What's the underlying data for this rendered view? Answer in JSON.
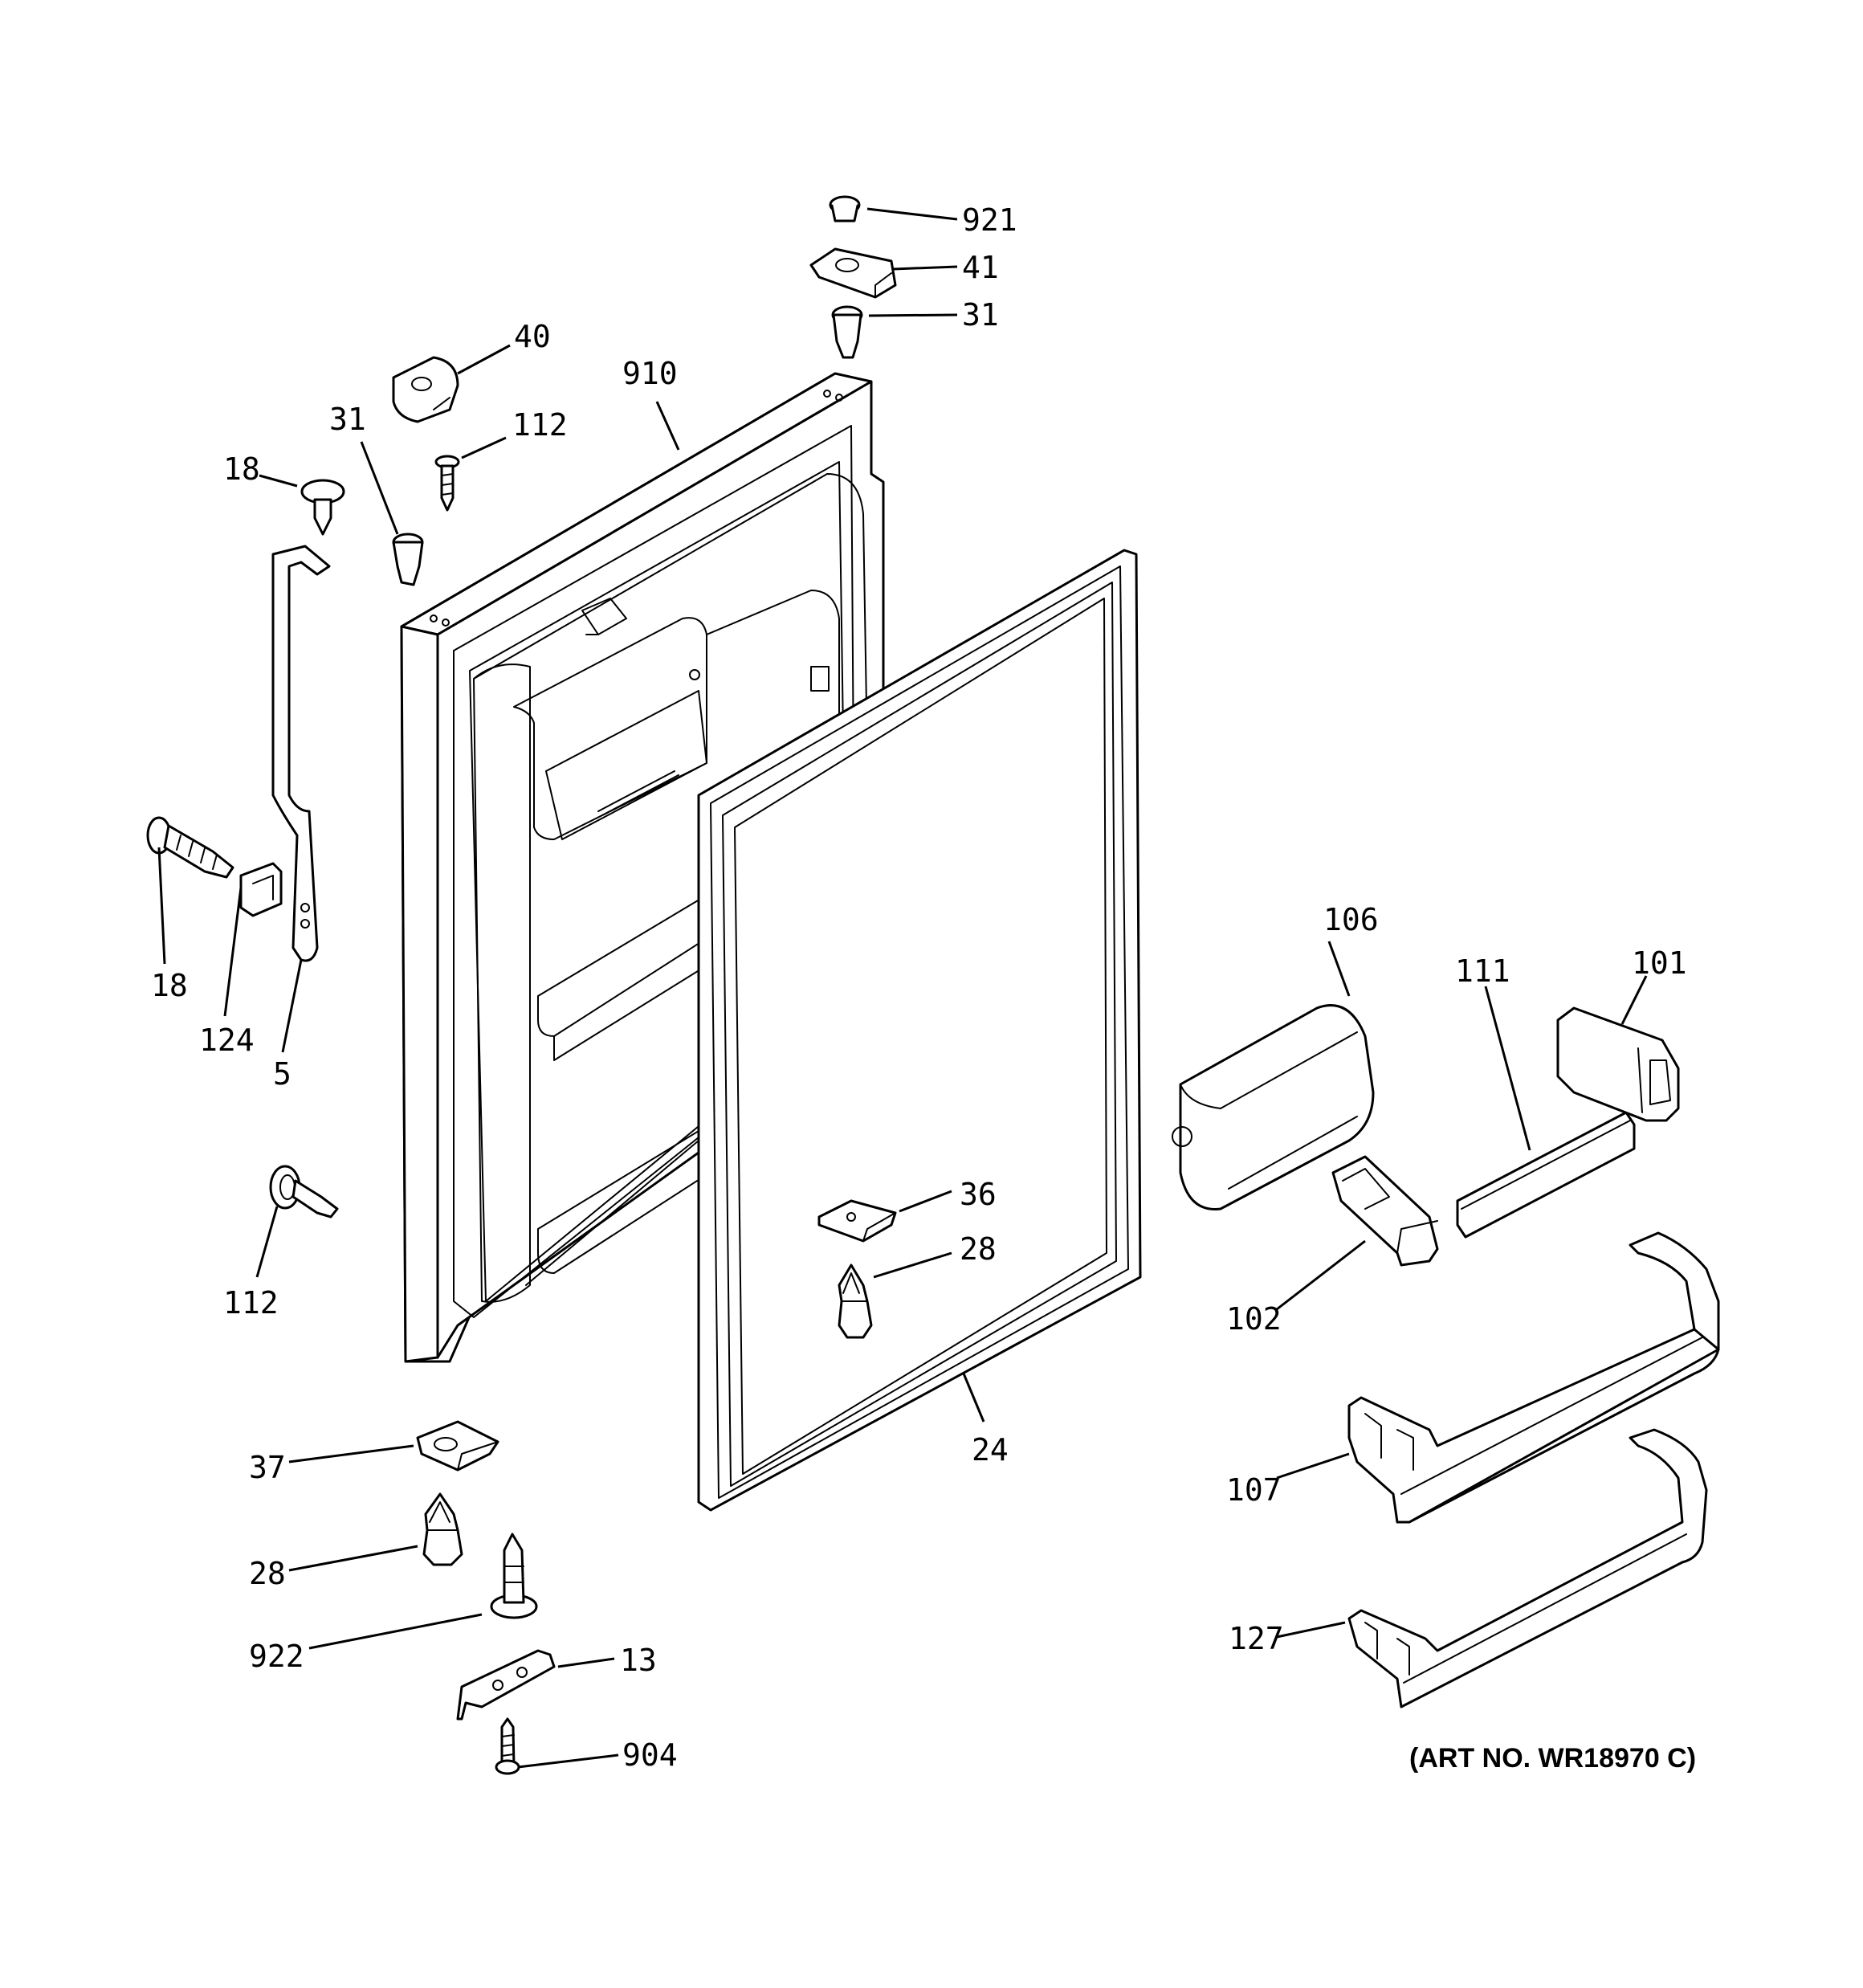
{
  "diagram": {
    "art_number": "(ART NO. WR18970 C)",
    "callouts": {
      "c921": "921",
      "c41": "41",
      "c31_top": "31",
      "c40": "40",
      "c910": "910",
      "c31_left": "31",
      "c112_top": "112",
      "c18_top": "18",
      "c18_left": "18",
      "c124": "124",
      "c5": "5",
      "c112_bottom": "112",
      "c106": "106",
      "c111": "111",
      "c101": "101",
      "c36": "36",
      "c28_center": "28",
      "c102": "102",
      "c24": "24",
      "c107": "107",
      "c37": "37",
      "c28_bottom": "28",
      "c922": "922",
      "c13": "13",
      "c127": "127",
      "c904": "904"
    }
  }
}
